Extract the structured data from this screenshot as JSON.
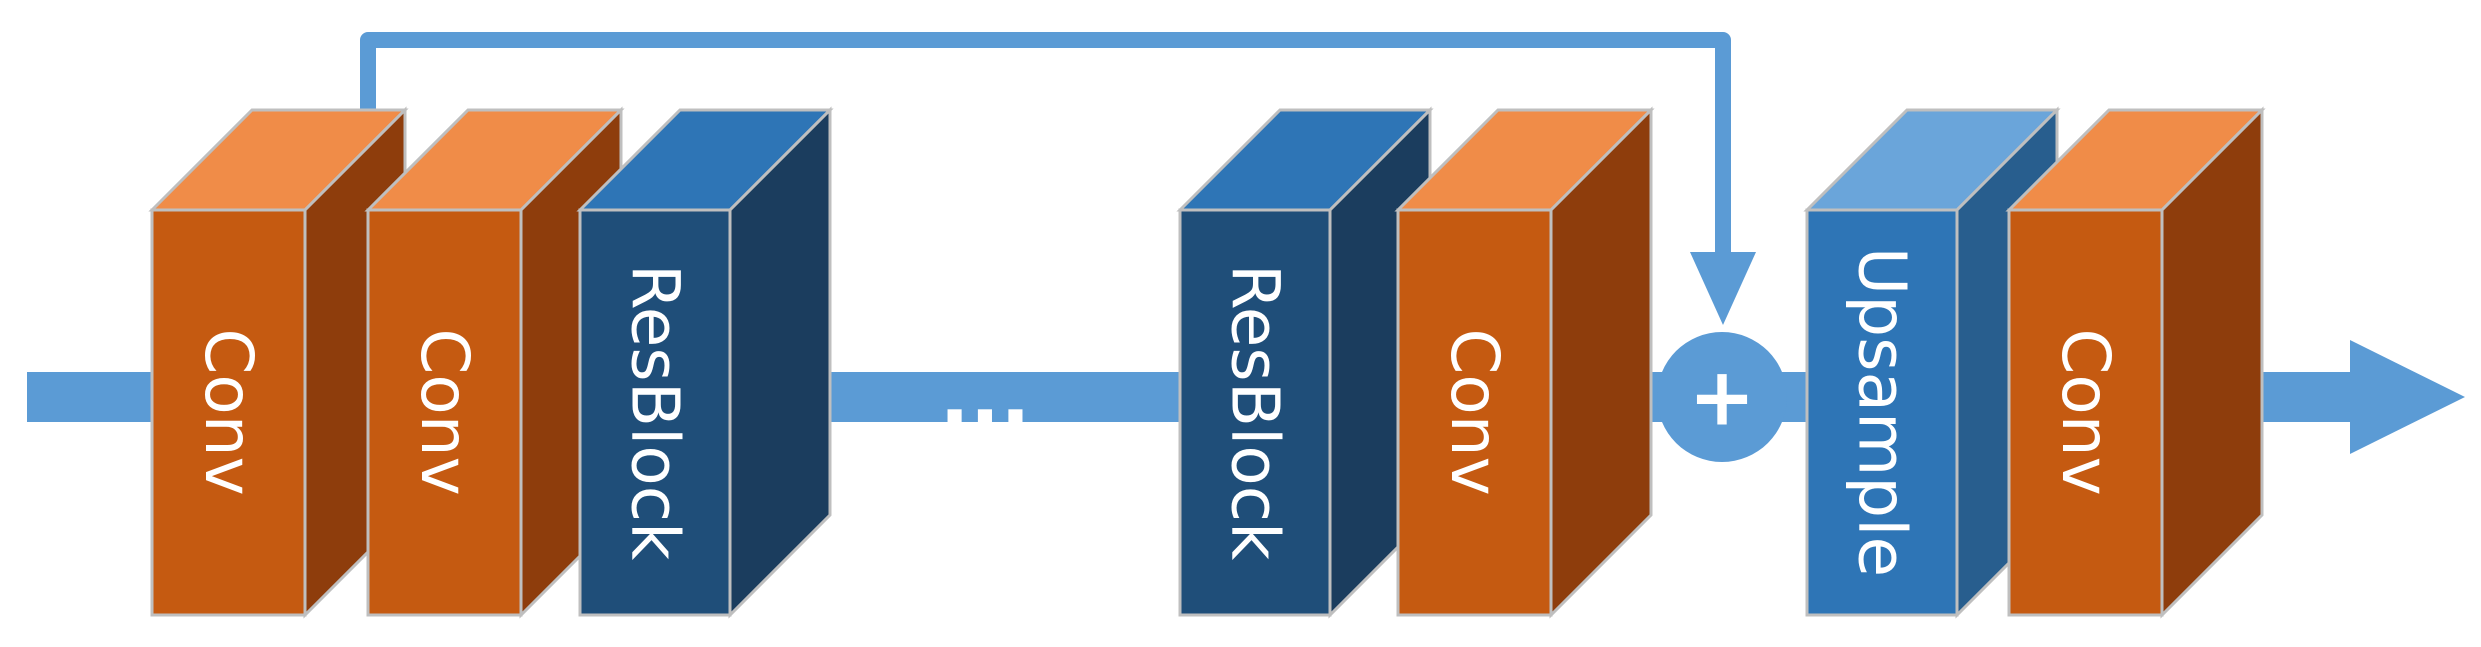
{
  "diagram": {
    "blocks": [
      {
        "label": "Conv",
        "kind": "conv"
      },
      {
        "label": "Conv",
        "kind": "conv"
      },
      {
        "label": "ResBlock",
        "kind": "resblock"
      },
      {
        "label": "ResBlock",
        "kind": "resblock"
      },
      {
        "label": "Conv",
        "kind": "conv"
      },
      {
        "label": "Upsample",
        "kind": "upsample"
      },
      {
        "label": "Conv",
        "kind": "conv"
      }
    ],
    "ellipsis": "...",
    "sum_symbol": "+",
    "colors": {
      "conv_front": "#C55A11",
      "conv_top": "#F08C48",
      "conv_side": "#8E3D0C",
      "resblock_front": "#1F4E79",
      "resblock_top": "#2E75B6",
      "resblock_side": "#1B3D5E",
      "upsample_front": "#2E75B6",
      "upsample_top": "#6AA5DA",
      "upsample_side": "#285E8E",
      "arrow": "#5B9BD5",
      "edge": "#BFBFBF"
    }
  }
}
